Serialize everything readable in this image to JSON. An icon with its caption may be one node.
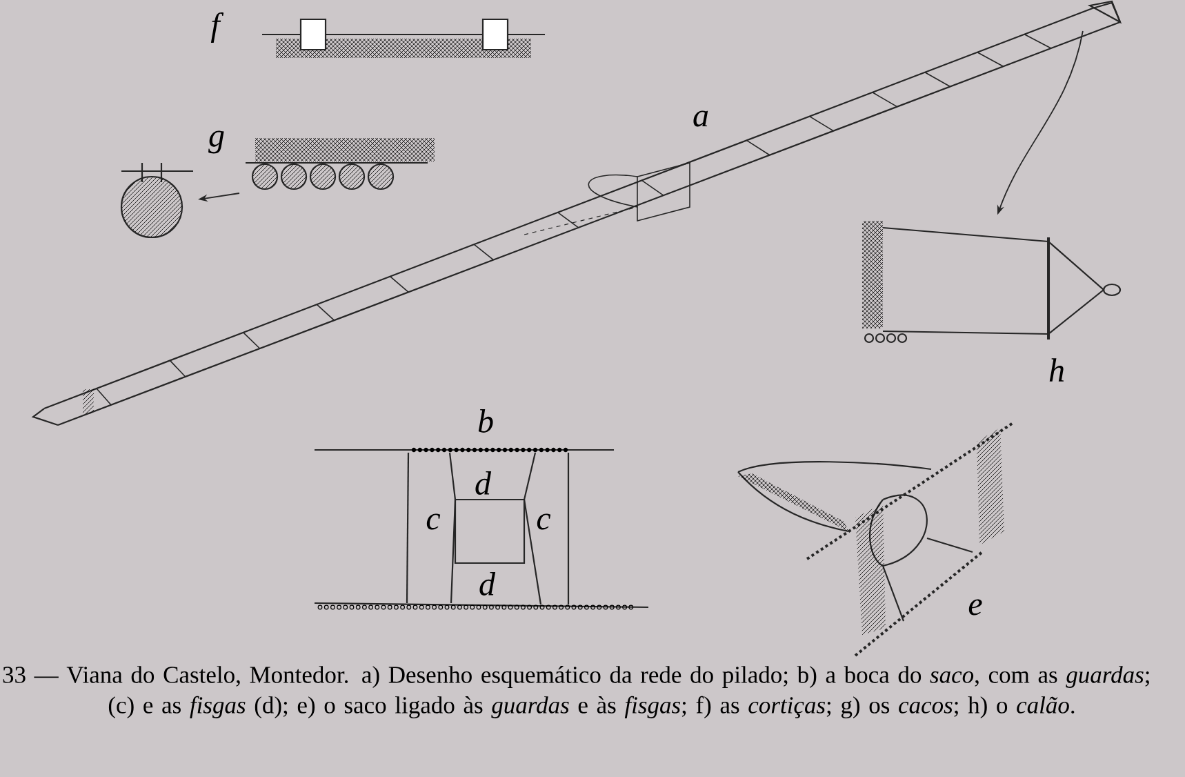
{
  "diagram": {
    "caption": "33 — Viana do Castelo, Montedor. a) Desenho esquemático da rede do pilado; b) a boca do *saco*, com as *guardas*; (c) e as *fisgas* (d); e) o saco ligado às *guardas* e às *fisgas*; f) as *cortiças*; g) os *cacos*; h) o *calão*.",
    "nodes": [
      {
        "text": [],
        "shape": "picture"
      },
      {
        "text": [],
        "shape": "picture"
      },
      {
        "text": [],
        "shape": "picture"
      },
      {
        "text": [],
        "shape": "picture"
      }
    ],
    "edges": [
      {
        "from": 0,
        "to": 3,
        "arrow": "to"
      },
      {
        "from": 1,
        "to": 2,
        "arrow": "to"
      }
    ],
    "labels": [
      "f",
      "g",
      "a",
      "h",
      "b",
      "d",
      "c",
      "c",
      "d",
      "e"
    ]
  }
}
